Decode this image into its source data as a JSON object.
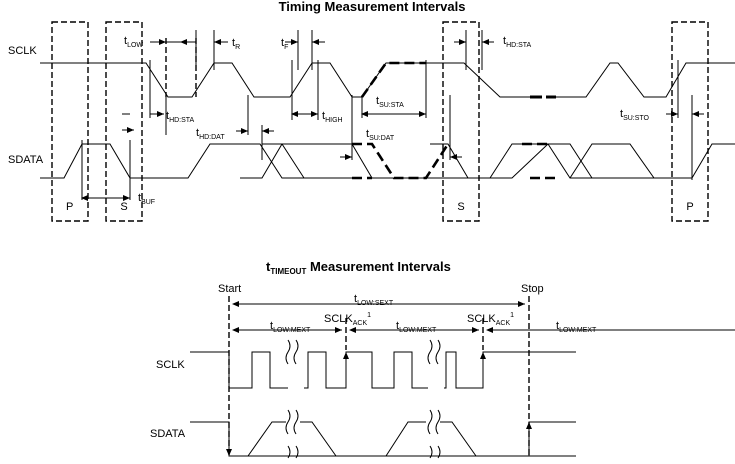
{
  "titles": {
    "top": "Timing Measurement Intervals",
    "bottom_main": "t",
    "bottom_sub": "TIMEOUT",
    "bottom_rest": " Measurement Intervals"
  },
  "signals": {
    "sclk": "SCLK",
    "sdata": "SDATA"
  },
  "conditions": {
    "p": "P",
    "s": "S"
  },
  "timing": {
    "t": "t",
    "low": "LOW",
    "r": "R",
    "f": "F",
    "hd_sta": "HD:STA",
    "hd_dat": "HD:DAT",
    "high": "HIGH",
    "su_sta": "SU:STA",
    "su_dat": "SU:DAT",
    "su_sto": "SU:STO",
    "buf": "BUF"
  },
  "timeout": {
    "start": "Start",
    "stop": "Stop",
    "low_sext": "LOW:SEXT",
    "low_mext": "LOW:MEXT",
    "sclk_ack": "SCLK",
    "ack_sub": "ACK",
    "ack_sup": "1"
  }
}
